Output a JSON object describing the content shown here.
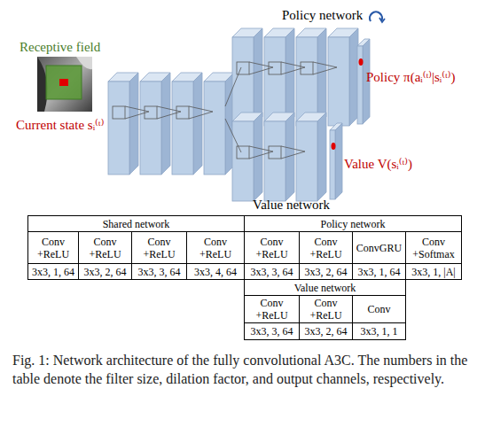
{
  "diagram": {
    "caption": "Fig. 1: Network architecture of the fully convolutional A3C. The numbers in the table denote the filter size, dilation factor, and output channels, respectively.",
    "labels": [
      "Policy network",
      "Receptive field",
      "Current state sᵢ⁽ᵗ⁾",
      "Policy π(aᵢ⁽ᵗ⁾|sᵢ⁽ᵗ⁾)",
      "Value V(sᵢ⁽ᵗ⁾)",
      "Value network",
      "Shared network",
      "Policy network",
      "Conv +ReLU",
      "Conv +ReLU",
      "Conv +ReLU",
      "Conv +ReLU",
      "Conv +ReLU",
      "Conv +ReLU",
      "ConvGRU",
      "Conv +Softmax",
      "3x3, 1, 64",
      "3x3, 2, 64",
      "3x3, 3, 64",
      "3x3, 4, 64",
      "3x3, 3, 64",
      "3x3, 2, 64",
      "3x3, 1, 64",
      "3x3, 1, |A|",
      "Value network",
      "Conv +ReLU",
      "Conv +ReLU",
      "Conv",
      "3x3, 3, 64",
      "3x3, 2, 64",
      "3x3, 1, 1"
    ]
  }
}
